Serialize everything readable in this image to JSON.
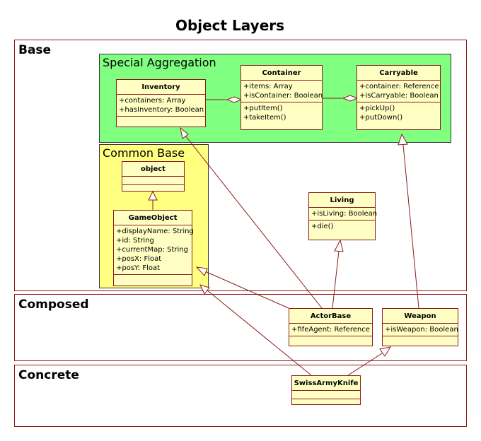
{
  "title": "Object Layers",
  "layers": {
    "base": "Base",
    "composed": "Composed",
    "concrete": "Concrete"
  },
  "packages": {
    "special_aggregation": "Special Aggregation",
    "common_base": "Common Base"
  },
  "colors": {
    "class_fill": "#ffffc4",
    "special_aggregation_fill": "#80ff80",
    "common_base_fill": "#ffff80",
    "border": "#8b1c1c"
  },
  "classes": {
    "inventory": {
      "name": "Inventory",
      "attributes": [
        "+containers: Array",
        "+hasInventory: Boolean"
      ],
      "operations": []
    },
    "container": {
      "name": "Container",
      "attributes": [
        "+items: Array",
        "+isContainer: Boolean"
      ],
      "operations": [
        "+putItem()",
        "+takeItem()"
      ]
    },
    "carryable": {
      "name": "Carryable",
      "attributes": [
        "+container: Reference",
        "+isCarryable: Boolean"
      ],
      "operations": [
        "+pickUp()",
        "+putDown()"
      ]
    },
    "object": {
      "name": "object",
      "attributes": [],
      "operations": []
    },
    "gameobject": {
      "name": "GameObject",
      "attributes": [
        "+displayName: String",
        "+id: String",
        "+currentMap: String",
        "+posX: Float",
        "+posY: Float"
      ],
      "operations": []
    },
    "living": {
      "name": "Living",
      "attributes": [
        "+isLiving: Boolean"
      ],
      "operations": [
        "+die()"
      ]
    },
    "actorbase": {
      "name": "ActorBase",
      "attributes": [
        "+fifeAgent: Reference"
      ],
      "operations": []
    },
    "weapon": {
      "name": "Weapon",
      "attributes": [
        "+isWeapon: Boolean"
      ],
      "operations": []
    },
    "swissarmyknife": {
      "name": "SwissArmyKnife",
      "attributes": [],
      "operations": []
    }
  }
}
